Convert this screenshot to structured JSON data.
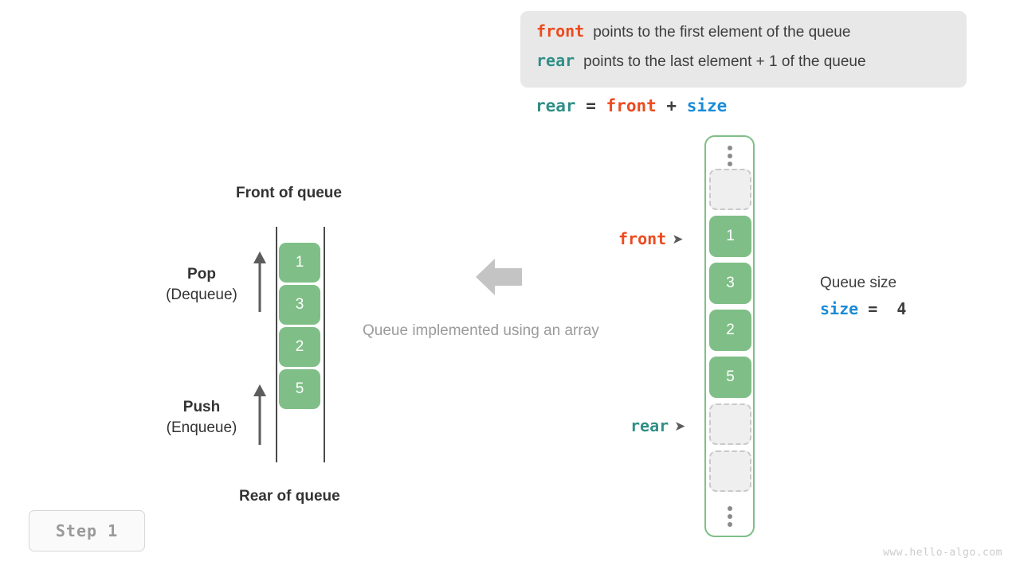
{
  "info_box": {
    "lines": [
      {
        "keyword": "front",
        "keyword_color": "#ec4a1e",
        "text": "points to the first element of the queue"
      },
      {
        "keyword": "rear",
        "keyword_color": "#2f8f86",
        "text": "points to the last element + 1 of the queue"
      }
    ],
    "background": "#e8e8e8"
  },
  "formula": {
    "lhs": "rear",
    "eq": "=",
    "rhs1": "front",
    "plus": "+",
    "rhs2": "size"
  },
  "left_queue": {
    "front_label": "Front of queue",
    "rear_label": "Rear of queue",
    "cells": [
      "1",
      "3",
      "2",
      "5"
    ],
    "pop": {
      "title": "Pop",
      "subtitle": "(Dequeue)"
    },
    "push": {
      "title": "Push",
      "subtitle": "(Enqueue)"
    },
    "cell_color": "#7fbf87"
  },
  "center": {
    "caption": "Queue implemented using an array",
    "arrow_color": "#c4c4c4",
    "arrow_direction": "left"
  },
  "array": {
    "border_color": "#7fbf87",
    "top_ellipsis": "vertical-ellipsis",
    "bottom_ellipsis": "vertical-ellipsis",
    "slots": [
      {
        "value": "",
        "state": "empty"
      },
      {
        "value": "1",
        "state": "filled"
      },
      {
        "value": "3",
        "state": "filled"
      },
      {
        "value": "2",
        "state": "filled"
      },
      {
        "value": "5",
        "state": "filled"
      },
      {
        "value": "",
        "state": "empty"
      },
      {
        "value": "",
        "state": "empty"
      }
    ],
    "pointers": [
      {
        "name": "front",
        "color": "#ec4a1e",
        "marker": "➤",
        "target_index": 1
      },
      {
        "name": "rear",
        "color": "#2f8f86",
        "marker": "➤",
        "target_index": 5
      }
    ]
  },
  "size_readout": {
    "title": "Queue size",
    "var": "size",
    "eq": "=",
    "value": "4",
    "var_color": "#1a8bd8"
  },
  "step_badge": {
    "label": "Step 1"
  },
  "watermark": {
    "text": "www.hello-algo.com"
  }
}
